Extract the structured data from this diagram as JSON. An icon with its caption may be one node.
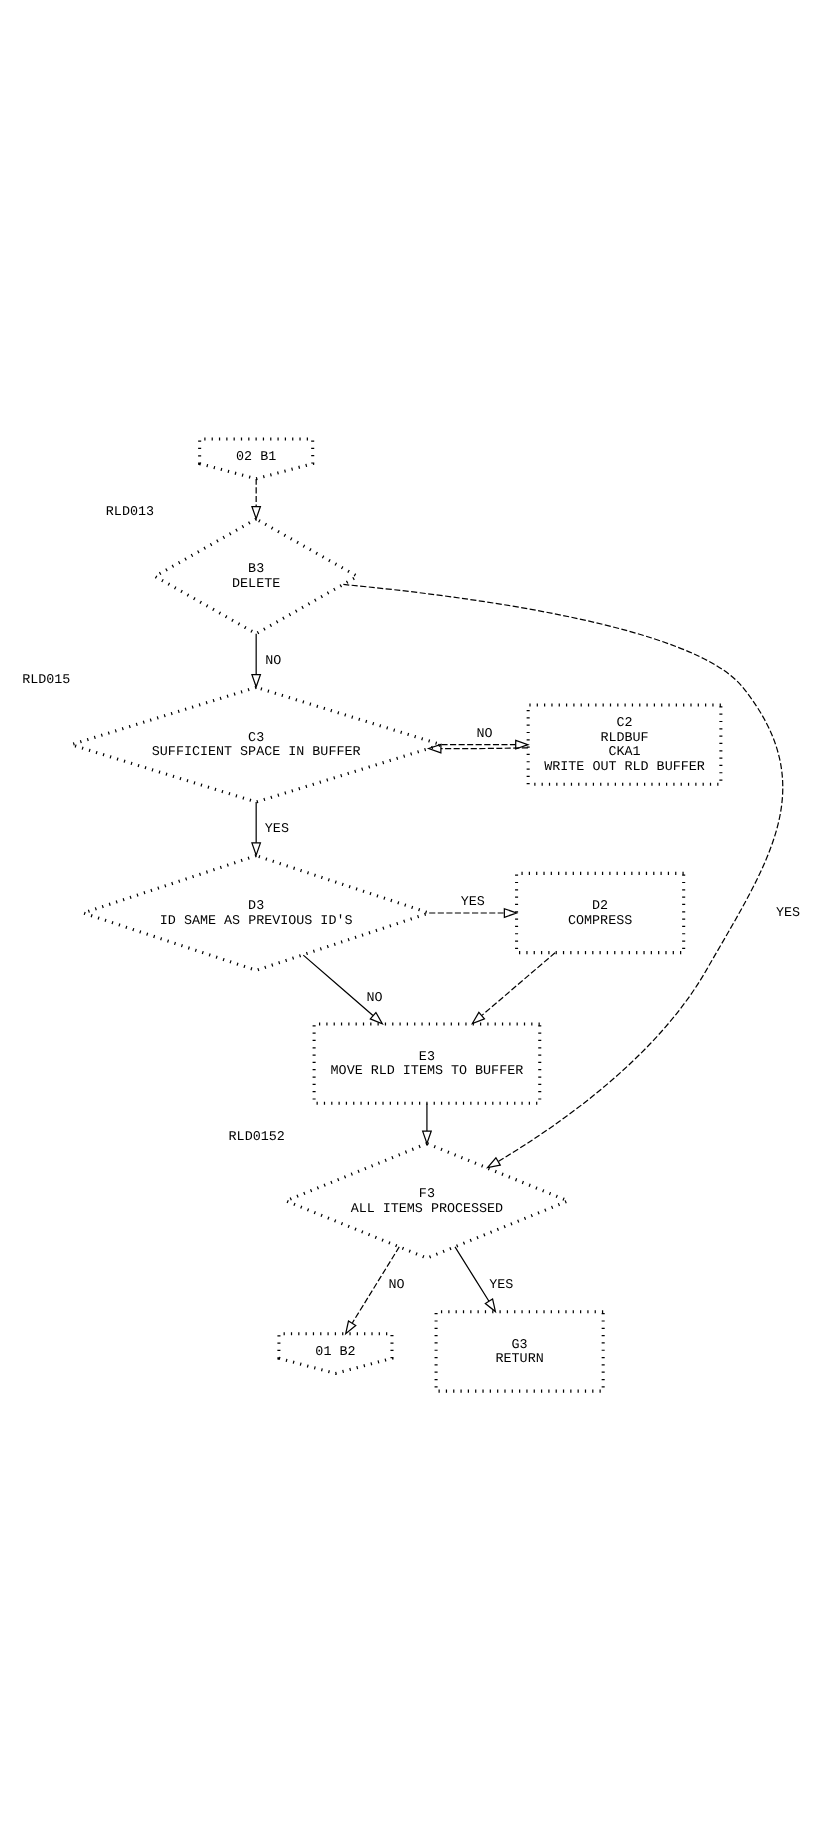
{
  "diagram": {
    "nodes": [
      {
        "text": [
          "02 B1"
        ]
      },
      {
        "text": [
          "B3",
          "DELETE"
        ],
        "beside": [
          "RLD013"
        ]
      },
      {
        "text": [
          "C3",
          "SUFFICIENT SPACE IN BUFFER"
        ],
        "beside": [
          "RLD015"
        ]
      },
      {
        "text": [
          "C2",
          "RLDBUF",
          "CKA1",
          "WRITE OUT RLD BUFFER"
        ]
      },
      {
        "text": [
          "D3",
          "ID SAME AS PREVIOUS ID'S"
        ]
      },
      {
        "text": [
          "D2",
          "COMPRESS"
        ]
      },
      {
        "text": [
          "E3",
          "MOVE RLD ITEMS TO BUFFER"
        ]
      },
      {
        "text": [
          "F3",
          "ALL ITEMS PROCESSED"
        ],
        "beside": [
          "RLD0152"
        ]
      },
      {
        "text": [
          "01 B2"
        ]
      },
      {
        "text": [
          "G3",
          "RETURN"
        ]
      }
    ],
    "edges": [
      {
        "from": 0,
        "to": 1,
        "arrow": "to",
        "style": "dashed"
      },
      {
        "from": 1,
        "to": 7,
        "arrow": "to",
        "label": "YES",
        "style": "dashed"
      },
      {
        "from": 1,
        "to": 2,
        "arrow": "to",
        "label": "NO"
      },
      {
        "from": 3,
        "to": 2,
        "arrow": "to",
        "style": "dashed"
      },
      {
        "from": 2,
        "to": 3,
        "arrow": "to",
        "label": "NO",
        "style": "dashed"
      },
      {
        "from": 2,
        "to": 4,
        "arrow": "to",
        "label": "YES"
      },
      {
        "from": 4,
        "to": 5,
        "arrow": "to",
        "label": "YES",
        "style": "dashed"
      },
      {
        "from": 4,
        "to": 6,
        "arrow": "to",
        "label": "NO"
      },
      {
        "from": 5,
        "to": 6,
        "arrow": "to",
        "style": "dashed"
      },
      {
        "from": 6,
        "to": 7,
        "arrow": "to"
      },
      {
        "from": 7,
        "to": 8,
        "arrow": "to",
        "label": "NO",
        "style": "dashed"
      },
      {
        "from": 7,
        "to": 9,
        "arrow": "to",
        "label": "YES"
      }
    ]
  }
}
